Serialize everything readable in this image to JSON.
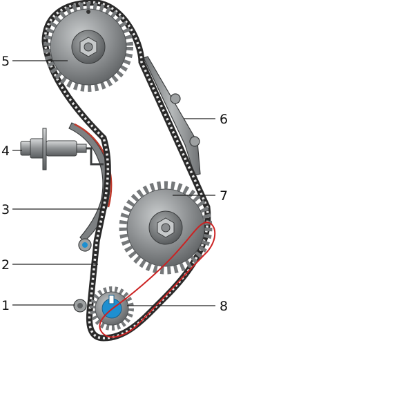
{
  "callouts": [
    {
      "id": "c1",
      "label": "1",
      "part": "guide-pin"
    },
    {
      "id": "c2",
      "label": "2",
      "part": "timing-chain"
    },
    {
      "id": "c3",
      "label": "3",
      "part": "tensioner-shoe"
    },
    {
      "id": "c4",
      "label": "4",
      "part": "chain-tensioner"
    },
    {
      "id": "c5",
      "label": "5",
      "part": "upper-camshaft-sprocket"
    },
    {
      "id": "c6",
      "label": "6",
      "part": "chain-guide"
    },
    {
      "id": "c7",
      "label": "7",
      "part": "camshaft-sprocket"
    },
    {
      "id": "c8",
      "label": "8",
      "part": "crankshaft-sprocket"
    }
  ],
  "colors": {
    "sprocket": "#8a8d8f",
    "sprocket_hub": "#6f7274",
    "chain": "#2a2a2a",
    "shoe_lining": "#c0392b",
    "highlight_marker": "#cc2222",
    "timing_mark": "#1e8fd0",
    "leader_line": "#222222"
  },
  "annotation": {
    "type": "hand-drawn-loop",
    "color": "#cc2222",
    "marks_part": "crankshaft-sprocket"
  }
}
